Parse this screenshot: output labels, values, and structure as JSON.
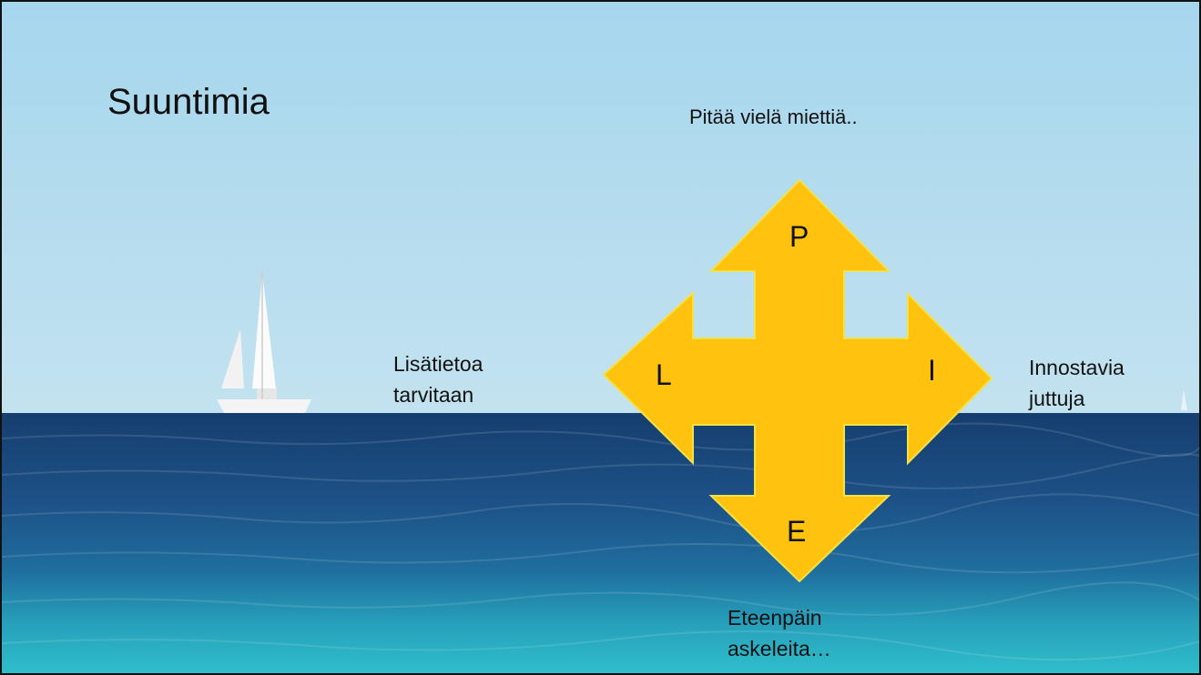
{
  "slide": {
    "title": "Suuntimia",
    "directions": {
      "up": {
        "letter": "P",
        "caption": "Pitää vielä miettiä.."
      },
      "left": {
        "letter": "L",
        "caption_lines": [
          "Lisätietoa",
          "tarvitaan"
        ]
      },
      "right": {
        "letter": "I",
        "caption_lines": [
          "Innostavia",
          "juttuja"
        ]
      },
      "down": {
        "letter": "E",
        "caption_lines": [
          "Eteenpäin",
          "askeleita…"
        ]
      }
    }
  },
  "colors": {
    "arrow_fill": "#ffc20e",
    "arrow_outline": "#f2e24a",
    "sky": "#aad6ec",
    "sea_deep": "#1c4d80",
    "sea_shallow": "#2ab0c4",
    "text": "#111111"
  }
}
